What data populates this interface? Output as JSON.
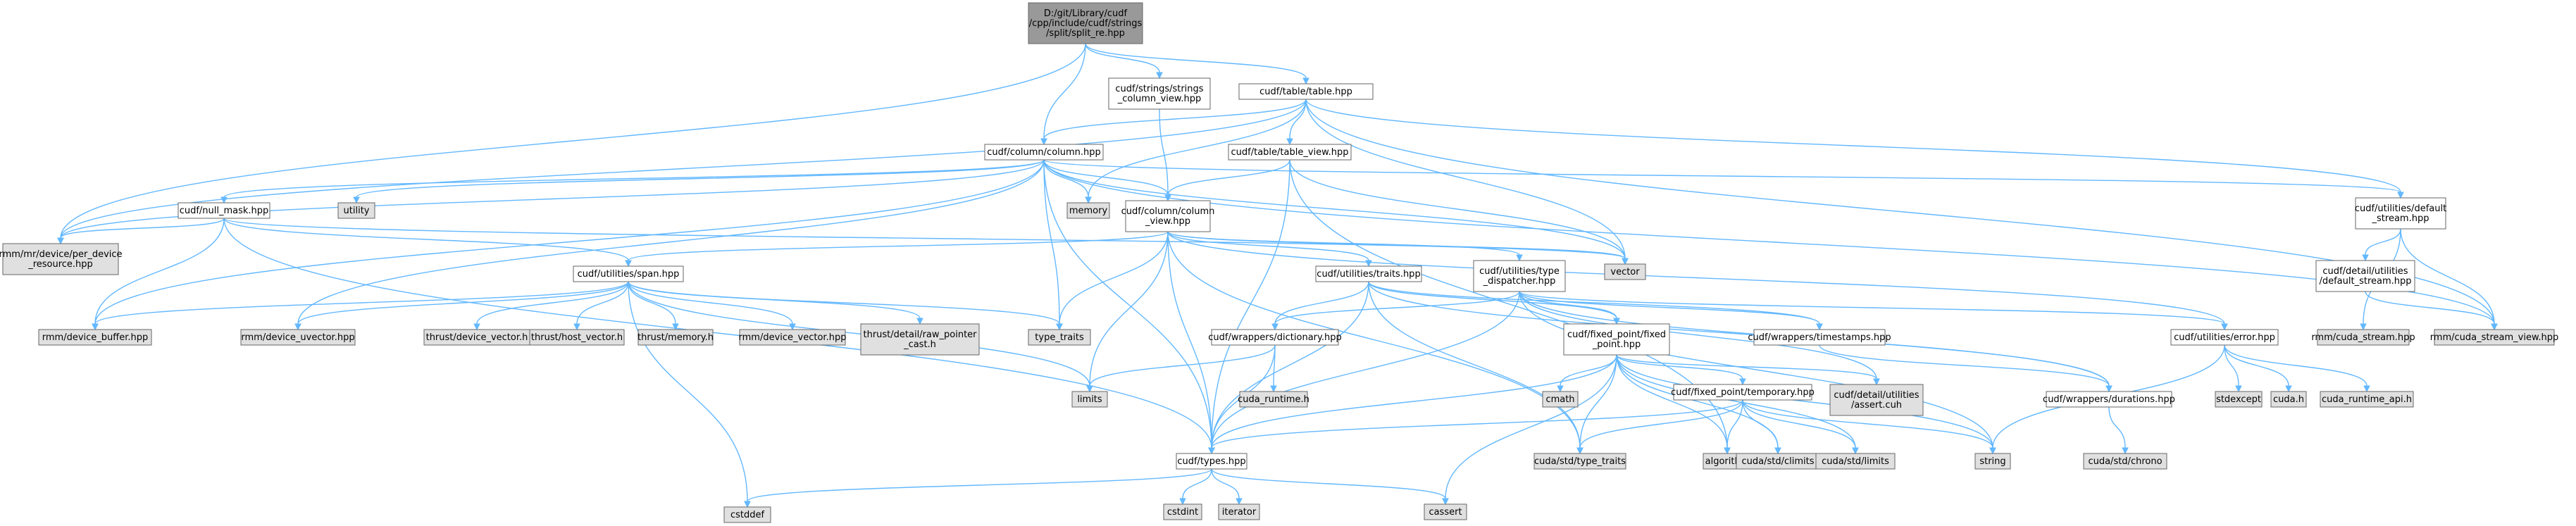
{
  "colors": {
    "root_fill": "#999999",
    "project_fill": "#ffffff",
    "external_fill": "#e0e0e0",
    "edge": "#63b8ff",
    "border": "#666666"
  },
  "nodes": [
    {
      "id": "root",
      "kind": "root",
      "lines": [
        "D:/git/Library/cudf",
        "/cpp/include/cudf/strings",
        "/split/split_re.hpp"
      ]
    },
    {
      "id": "strings_column_view",
      "kind": "project",
      "lines": [
        "cudf/strings/strings",
        "_column_view.hpp"
      ]
    },
    {
      "id": "table",
      "kind": "project",
      "lines": [
        "cudf/table/table.hpp"
      ]
    },
    {
      "id": "column",
      "kind": "project",
      "lines": [
        "cudf/column/column.hpp"
      ]
    },
    {
      "id": "table_view",
      "kind": "project",
      "lines": [
        "cudf/table/table_view.hpp"
      ]
    },
    {
      "id": "null_mask",
      "kind": "project",
      "lines": [
        "cudf/null_mask.hpp"
      ]
    },
    {
      "id": "utility",
      "kind": "external",
      "lines": [
        "utility"
      ]
    },
    {
      "id": "memory",
      "kind": "external",
      "lines": [
        "memory"
      ]
    },
    {
      "id": "column_view",
      "kind": "project",
      "lines": [
        "cudf/column/column",
        "_view.hpp"
      ]
    },
    {
      "id": "default_stream",
      "kind": "project",
      "lines": [
        "cudf/utilities/default",
        "_stream.hpp"
      ]
    },
    {
      "id": "per_device_resource",
      "kind": "external",
      "lines": [
        "rmm/mr/device/per_device",
        "_resource.hpp"
      ]
    },
    {
      "id": "vector",
      "kind": "external",
      "lines": [
        "vector"
      ]
    },
    {
      "id": "span",
      "kind": "project",
      "lines": [
        "cudf/utilities/span.hpp"
      ]
    },
    {
      "id": "traits",
      "kind": "project",
      "lines": [
        "cudf/utilities/traits.hpp"
      ]
    },
    {
      "id": "type_dispatcher",
      "kind": "project",
      "lines": [
        "cudf/utilities/type",
        "_dispatcher.hpp"
      ]
    },
    {
      "id": "detail_default_stream",
      "kind": "project",
      "lines": [
        "cudf/detail/utilities",
        "/default_stream.hpp"
      ]
    },
    {
      "id": "device_buffer",
      "kind": "external",
      "lines": [
        "rmm/device_buffer.hpp"
      ]
    },
    {
      "id": "device_uvector",
      "kind": "external",
      "lines": [
        "rmm/device_uvector.hpp"
      ]
    },
    {
      "id": "thrust_device_vector",
      "kind": "external",
      "lines": [
        "thrust/device_vector.h"
      ]
    },
    {
      "id": "thrust_host_vector",
      "kind": "external",
      "lines": [
        "thrust/host_vector.h"
      ]
    },
    {
      "id": "thrust_memory",
      "kind": "external",
      "lines": [
        "thrust/memory.h"
      ]
    },
    {
      "id": "rmm_device_vector",
      "kind": "external",
      "lines": [
        "rmm/device_vector.hpp"
      ]
    },
    {
      "id": "raw_pointer_cast",
      "kind": "external",
      "lines": [
        "thrust/detail/raw_pointer",
        "_cast.h"
      ]
    },
    {
      "id": "type_traits",
      "kind": "external",
      "lines": [
        "type_traits"
      ]
    },
    {
      "id": "dictionary",
      "kind": "project",
      "lines": [
        "cudf/wrappers/dictionary.hpp"
      ]
    },
    {
      "id": "fixed_point",
      "kind": "project",
      "lines": [
        "cudf/fixed_point/fixed",
        "_point.hpp"
      ]
    },
    {
      "id": "timestamps",
      "kind": "project",
      "lines": [
        "cudf/wrappers/timestamps.hpp"
      ]
    },
    {
      "id": "error",
      "kind": "project",
      "lines": [
        "cudf/utilities/error.hpp"
      ]
    },
    {
      "id": "cuda_stream",
      "kind": "external",
      "lines": [
        "rmm/cuda_stream.hpp"
      ]
    },
    {
      "id": "cuda_stream_view",
      "kind": "external",
      "lines": [
        "rmm/cuda_stream_view.hpp"
      ]
    },
    {
      "id": "cuda_runtime_h",
      "kind": "external",
      "lines": [
        "cuda_runtime.h"
      ]
    },
    {
      "id": "limits",
      "kind": "external",
      "lines": [
        "limits"
      ]
    },
    {
      "id": "cmath",
      "kind": "external",
      "lines": [
        "cmath"
      ]
    },
    {
      "id": "assert_cuh",
      "kind": "external",
      "lines": [
        "cudf/detail/utilities",
        "/assert.cuh"
      ]
    },
    {
      "id": "durations",
      "kind": "project",
      "lines": [
        "cudf/wrappers/durations.hpp"
      ]
    },
    {
      "id": "stdexcept",
      "kind": "external",
      "lines": [
        "stdexcept"
      ]
    },
    {
      "id": "cuda_h",
      "kind": "external",
      "lines": [
        "cuda.h"
      ]
    },
    {
      "id": "cuda_runtime_api",
      "kind": "external",
      "lines": [
        "cuda_runtime_api.h"
      ]
    },
    {
      "id": "temporary",
      "kind": "project",
      "lines": [
        "cudf/fixed_point/temporary.hpp"
      ]
    },
    {
      "id": "types",
      "kind": "project",
      "lines": [
        "cudf/types.hpp"
      ]
    },
    {
      "id": "cuda_std_type_traits",
      "kind": "external",
      "lines": [
        "cuda/std/type_traits"
      ]
    },
    {
      "id": "algorithm",
      "kind": "external",
      "lines": [
        "algorithm"
      ]
    },
    {
      "id": "cuda_std_climits",
      "kind": "external",
      "lines": [
        "cuda/std/climits"
      ]
    },
    {
      "id": "cuda_std_limits",
      "kind": "external",
      "lines": [
        "cuda/std/limits"
      ]
    },
    {
      "id": "string",
      "kind": "external",
      "lines": [
        "string"
      ]
    },
    {
      "id": "cuda_std_chrono",
      "kind": "external",
      "lines": [
        "cuda/std/chrono"
      ]
    },
    {
      "id": "cstddef",
      "kind": "external",
      "lines": [
        "cstddef"
      ]
    },
    {
      "id": "cstdint",
      "kind": "external",
      "lines": [
        "cstdint"
      ]
    },
    {
      "id": "iterator",
      "kind": "external",
      "lines": [
        "iterator"
      ]
    },
    {
      "id": "cassert",
      "kind": "external",
      "lines": [
        "cassert"
      ]
    }
  ],
  "edges": [
    [
      "root",
      "strings_column_view"
    ],
    [
      "root",
      "table"
    ],
    [
      "root",
      "column"
    ],
    [
      "root",
      "per_device_resource"
    ],
    [
      "strings_column_view",
      "column_view"
    ],
    [
      "table",
      "column"
    ],
    [
      "table",
      "table_view"
    ],
    [
      "table",
      "memory"
    ],
    [
      "table",
      "vector"
    ],
    [
      "table",
      "per_device_resource"
    ],
    [
      "table",
      "default_stream"
    ],
    [
      "table",
      "cuda_stream_view"
    ],
    [
      "column",
      "null_mask"
    ],
    [
      "column",
      "utility"
    ],
    [
      "column",
      "memory"
    ],
    [
      "column",
      "column_view"
    ],
    [
      "column",
      "vector"
    ],
    [
      "column",
      "default_stream"
    ],
    [
      "column",
      "per_device_resource"
    ],
    [
      "column",
      "device_buffer"
    ],
    [
      "column",
      "device_uvector"
    ],
    [
      "column",
      "types"
    ],
    [
      "column",
      "type_traits"
    ],
    [
      "column",
      "cuda_stream_view"
    ],
    [
      "table_view",
      "column_view"
    ],
    [
      "table_view",
      "vector"
    ],
    [
      "table_view",
      "types"
    ],
    [
      "table_view",
      "algorithm"
    ],
    [
      "null_mask",
      "span"
    ],
    [
      "null_mask",
      "per_device_resource"
    ],
    [
      "null_mask",
      "device_buffer"
    ],
    [
      "null_mask",
      "types"
    ],
    [
      "null_mask",
      "vector"
    ],
    [
      "column_view",
      "span"
    ],
    [
      "column_view",
      "traits"
    ],
    [
      "column_view",
      "type_dispatcher"
    ],
    [
      "column_view",
      "types"
    ],
    [
      "column_view",
      "limits"
    ],
    [
      "column_view",
      "type_traits"
    ],
    [
      "column_view",
      "vector"
    ],
    [
      "column_view",
      "error"
    ],
    [
      "column_view",
      "cuda_std_type_traits"
    ],
    [
      "default_stream",
      "detail_default_stream"
    ],
    [
      "default_stream",
      "cuda_stream_view"
    ],
    [
      "default_stream",
      "cuda_stream"
    ],
    [
      "detail_default_stream",
      "cuda_stream_view"
    ],
    [
      "span",
      "device_buffer"
    ],
    [
      "span",
      "device_uvector"
    ],
    [
      "span",
      "thrust_device_vector"
    ],
    [
      "span",
      "thrust_host_vector"
    ],
    [
      "span",
      "thrust_memory"
    ],
    [
      "span",
      "rmm_device_vector"
    ],
    [
      "span",
      "raw_pointer_cast"
    ],
    [
      "span",
      "type_traits"
    ],
    [
      "span",
      "limits"
    ],
    [
      "span",
      "cstddef"
    ],
    [
      "traits",
      "dictionary"
    ],
    [
      "traits",
      "fixed_point"
    ],
    [
      "traits",
      "timestamps"
    ],
    [
      "traits",
      "durations"
    ],
    [
      "traits",
      "types"
    ],
    [
      "traits",
      "cuda_std_type_traits"
    ],
    [
      "type_dispatcher",
      "dictionary"
    ],
    [
      "type_dispatcher",
      "fixed_point"
    ],
    [
      "type_dispatcher",
      "timestamps"
    ],
    [
      "type_dispatcher",
      "durations"
    ],
    [
      "type_dispatcher",
      "error"
    ],
    [
      "type_dispatcher",
      "types"
    ],
    [
      "type_dispatcher",
      "assert_cuh"
    ],
    [
      "type_dispatcher",
      "string"
    ],
    [
      "dictionary",
      "types"
    ],
    [
      "dictionary",
      "cuda_runtime_h"
    ],
    [
      "dictionary",
      "limits"
    ],
    [
      "fixed_point",
      "types"
    ],
    [
      "fixed_point",
      "temporary"
    ],
    [
      "fixed_point",
      "cmath"
    ],
    [
      "fixed_point",
      "assert_cuh"
    ],
    [
      "fixed_point",
      "cuda_std_type_traits"
    ],
    [
      "fixed_point",
      "algorithm"
    ],
    [
      "fixed_point",
      "cuda_std_climits"
    ],
    [
      "fixed_point",
      "cuda_std_limits"
    ],
    [
      "fixed_point",
      "string"
    ],
    [
      "fixed_point",
      "cassert"
    ],
    [
      "timestamps",
      "durations"
    ],
    [
      "durations",
      "cuda_std_chrono"
    ],
    [
      "error",
      "stdexcept"
    ],
    [
      "error",
      "cuda_h"
    ],
    [
      "error",
      "cuda_runtime_api"
    ],
    [
      "error",
      "string"
    ],
    [
      "temporary",
      "types"
    ],
    [
      "temporary",
      "algorithm"
    ],
    [
      "temporary",
      "cuda_std_type_traits"
    ],
    [
      "temporary",
      "cuda_std_climits"
    ],
    [
      "temporary",
      "cuda_std_limits"
    ],
    [
      "temporary",
      "string"
    ],
    [
      "types",
      "cstddef"
    ],
    [
      "types",
      "cstdint"
    ],
    [
      "types",
      "iterator"
    ],
    [
      "types",
      "cassert"
    ]
  ]
}
